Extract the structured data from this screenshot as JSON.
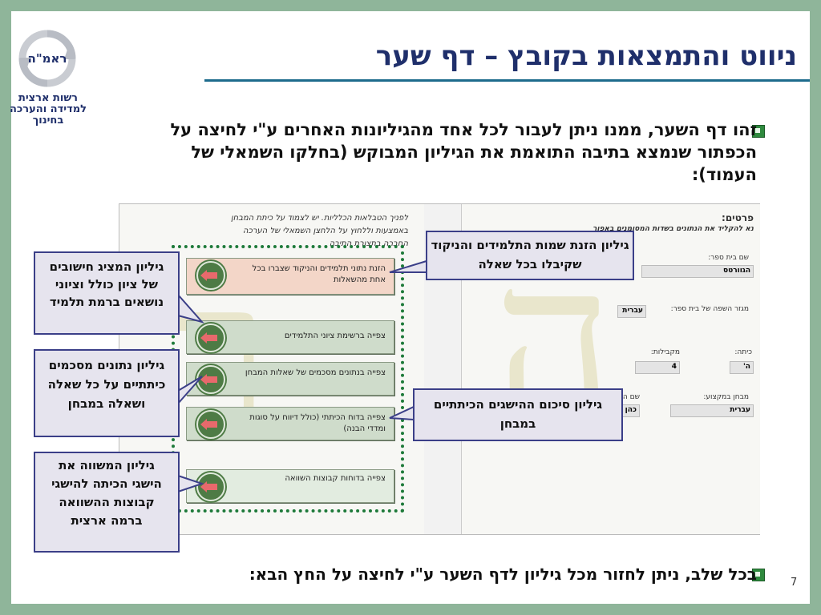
{
  "logo": {
    "acronym": "ראמ\"ה",
    "org_name": "רשות ארצית למדידה והערכה בחינוך"
  },
  "title": "ניווט והתמצאות בקובץ – דף שער",
  "intro_paragraph": "זהו דף השער, ממנו ניתן לעבור לכל אחד מהגיליונות האחרים ע\"י לחיצה על הכפתור שנמצא בתיבה התואמת את הגיליון המבוקש (בחלקו השמאלי של העמוד):",
  "footer_paragraph": "בכל שלב, ניתן לחזור מכל גיליון לדף השער ע\"י לחיצה על החץ הבא:",
  "page_number": "7",
  "screenshot": {
    "left_page": {
      "handwritten_lines": [
        "לפניך הטבלאות הכלליות. יש לצמוד על כיתת המבחן",
        "באמצעות וללחוץ על הלחצן השמאלי של הערכה",
        "החברה בתצורת התיבה"
      ],
      "buttons": [
        {
          "label": "הזנת נתוני תלמידים והניקוד שצברו בכל אחת מהשאלות"
        },
        {
          "label": "צפייה ברשימת ציוני התלמידים"
        },
        {
          "label": "צפייה בנתונים מסכמים של שאלות המבחן"
        },
        {
          "label": "צפייה בדוח הכיתתי (כולל דיווח על סוגות ומדדי הבנה)"
        },
        {
          "label": "צפייה בדוחות קבוצות השוואה"
        }
      ]
    },
    "right_page": {
      "header": "פרטים:",
      "instruction": "נא להקליד את הנתונים בשדות המסומנים באפור",
      "fields": [
        {
          "label": "שם בית ספר:",
          "value": "הגוורטס"
        },
        {
          "label": "מגזר השפה של בית ספר:",
          "value": "עברית"
        },
        {
          "label": "כיתה:",
          "value": "ה'"
        },
        {
          "label": "מקבילות:",
          "value": "4"
        },
        {
          "label": "מבחן במקצוע:",
          "value": "עברית"
        },
        {
          "label": "שם המורה:",
          "value": "כהן"
        }
      ]
    }
  },
  "callouts": {
    "data_entry": "גיליון הזנת שמות התלמידים והניקוד שקיבלו בכל שאלה",
    "student_grades": "גיליון המציג חישובים של ציון כולל וציוני נושאים ברמת תלמיד",
    "class_summary": "גיליון נתונים מסכמים כיתתיים על כל שאלה ושאלה במבחן",
    "achievement_summary": "גיליון סיכום ההישגים הכיתתיים במבחן",
    "comparison": "גיליון המשווה את הישגי הכיתה להישגי קבוצות ההשוואה ברמה ארצית"
  },
  "colors": {
    "frame": "#8fb59a",
    "title": "#1f2f6b",
    "callout_border": "#3b3f88",
    "dotted_border": "#1e7a3a"
  }
}
